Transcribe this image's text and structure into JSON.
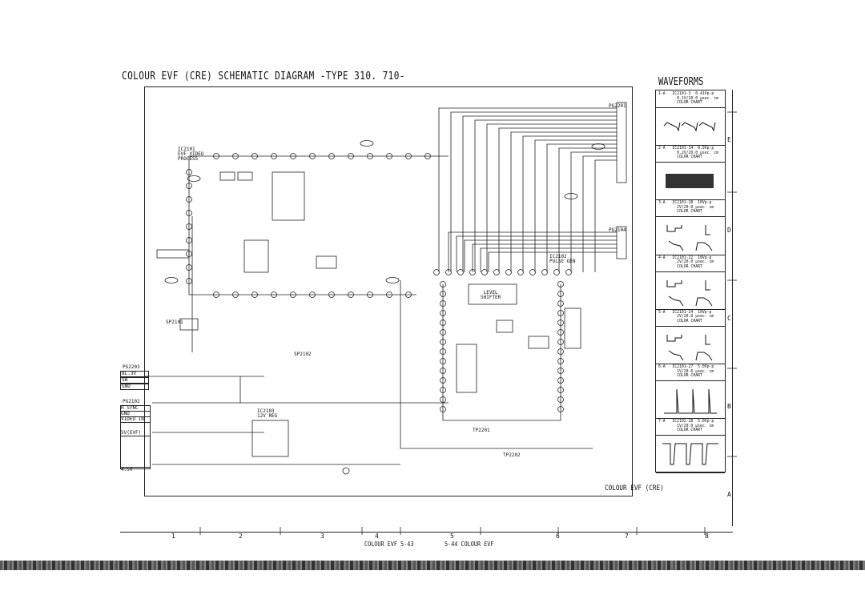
{
  "title": "COLOUR EVF (CRE) SCHEMATIC DIAGRAM -TYPE 310. 710-",
  "waveforms": {
    "title": "WAVEFORMS",
    "items": [
      {
        "id": "1-A",
        "ref": "IC2101-3",
        "amp": "0.41Vp-p",
        "scale": "0.1V/20.0 µsec. cm",
        "note": "COLOR CHART"
      },
      {
        "id": "2-A",
        "ref": "IC2101-14",
        "amp": "0.9Vp-p",
        "scale": "0.2V/20.0 µsec. cm",
        "note": "COLOR CHART"
      },
      {
        "id": "3-A",
        "ref": "IC2101-28",
        "amp": "10Vp-p",
        "scale": "2V/20.0 µsec. cm",
        "note": "COLOR CHART"
      },
      {
        "id": "4-A",
        "ref": "IC2101-22",
        "amp": "10Vp-p",
        "scale": "2V/20.0 µsec. cm",
        "note": "COLOR CHART"
      },
      {
        "id": "5-A",
        "ref": "IC2101-24",
        "amp": "10Vp-p",
        "scale": "2V/20.0 µsec. cm",
        "note": "COLOR CHART"
      },
      {
        "id": "6-A",
        "ref": "IC2101-27",
        "amp": "5.0Vp-p",
        "scale": "1V/20.0 µsec. cm",
        "note": "COLOR CHART"
      },
      {
        "id": "7-A",
        "ref": "IC2102-18",
        "amp": "5.0Vp-p",
        "scale": "1V/20.0 µsec. cm",
        "note": "COLOR CHART"
      }
    ]
  },
  "schematic": {
    "ic2101": "IC2101\nEVF VIDEO\nPROCESS",
    "ic2102": "IC2102\nPULSE GEN",
    "ic2103": "IC2103\n12V REG",
    "pg2201": "PG2201",
    "pg2104": "PG2104",
    "pg2203": "PG2203",
    "pg2102": "PG2102",
    "sp2101": "SP2101",
    "sp2102": "SP2102",
    "tp2201": "TP2201",
    "tp2202": "TP2202",
    "level_shifter": "LEVEL\nSHIFTER",
    "pg2203_pins": [
      "BL.3V",
      "SW",
      "GND"
    ],
    "pg2102_pins": [
      "H SYNC",
      "GND",
      "VIDEO IN",
      "5V(EVF)",
      "4.5V"
    ],
    "section_label": "COLOUR EVF (CRE)"
  },
  "rows": [
    "E",
    "D",
    "C",
    "B",
    "A"
  ],
  "columns": [
    "1",
    "2",
    "3",
    "4",
    "5",
    "6",
    "7",
    "8"
  ],
  "footer": {
    "left": "COLOUR EVF  5-43",
    "right": "5-44  COLOUR EVF"
  }
}
